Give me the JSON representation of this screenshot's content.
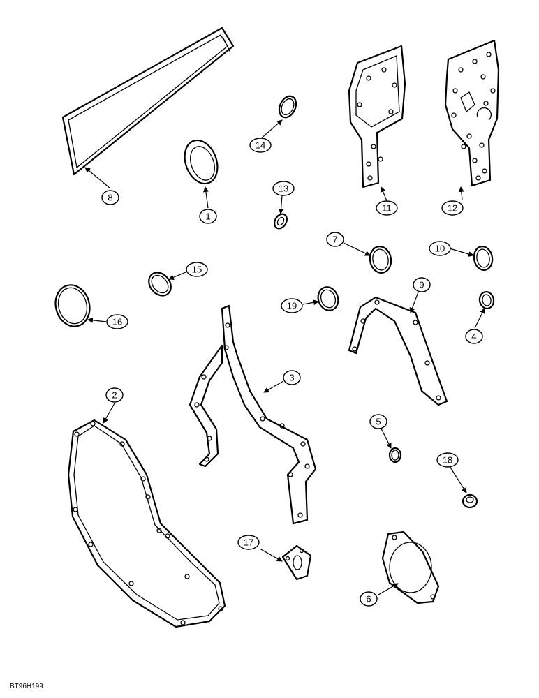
{
  "callouts": [
    "1",
    "2",
    "3",
    "4",
    "5",
    "6",
    "7",
    "8",
    "9",
    "10",
    "11",
    "12",
    "13",
    "14",
    "15",
    "16",
    "17",
    "18",
    "19"
  ],
  "drawing_code": "BT96H199",
  "colors": {
    "ink": "#000000",
    "paper": "#ffffff"
  }
}
